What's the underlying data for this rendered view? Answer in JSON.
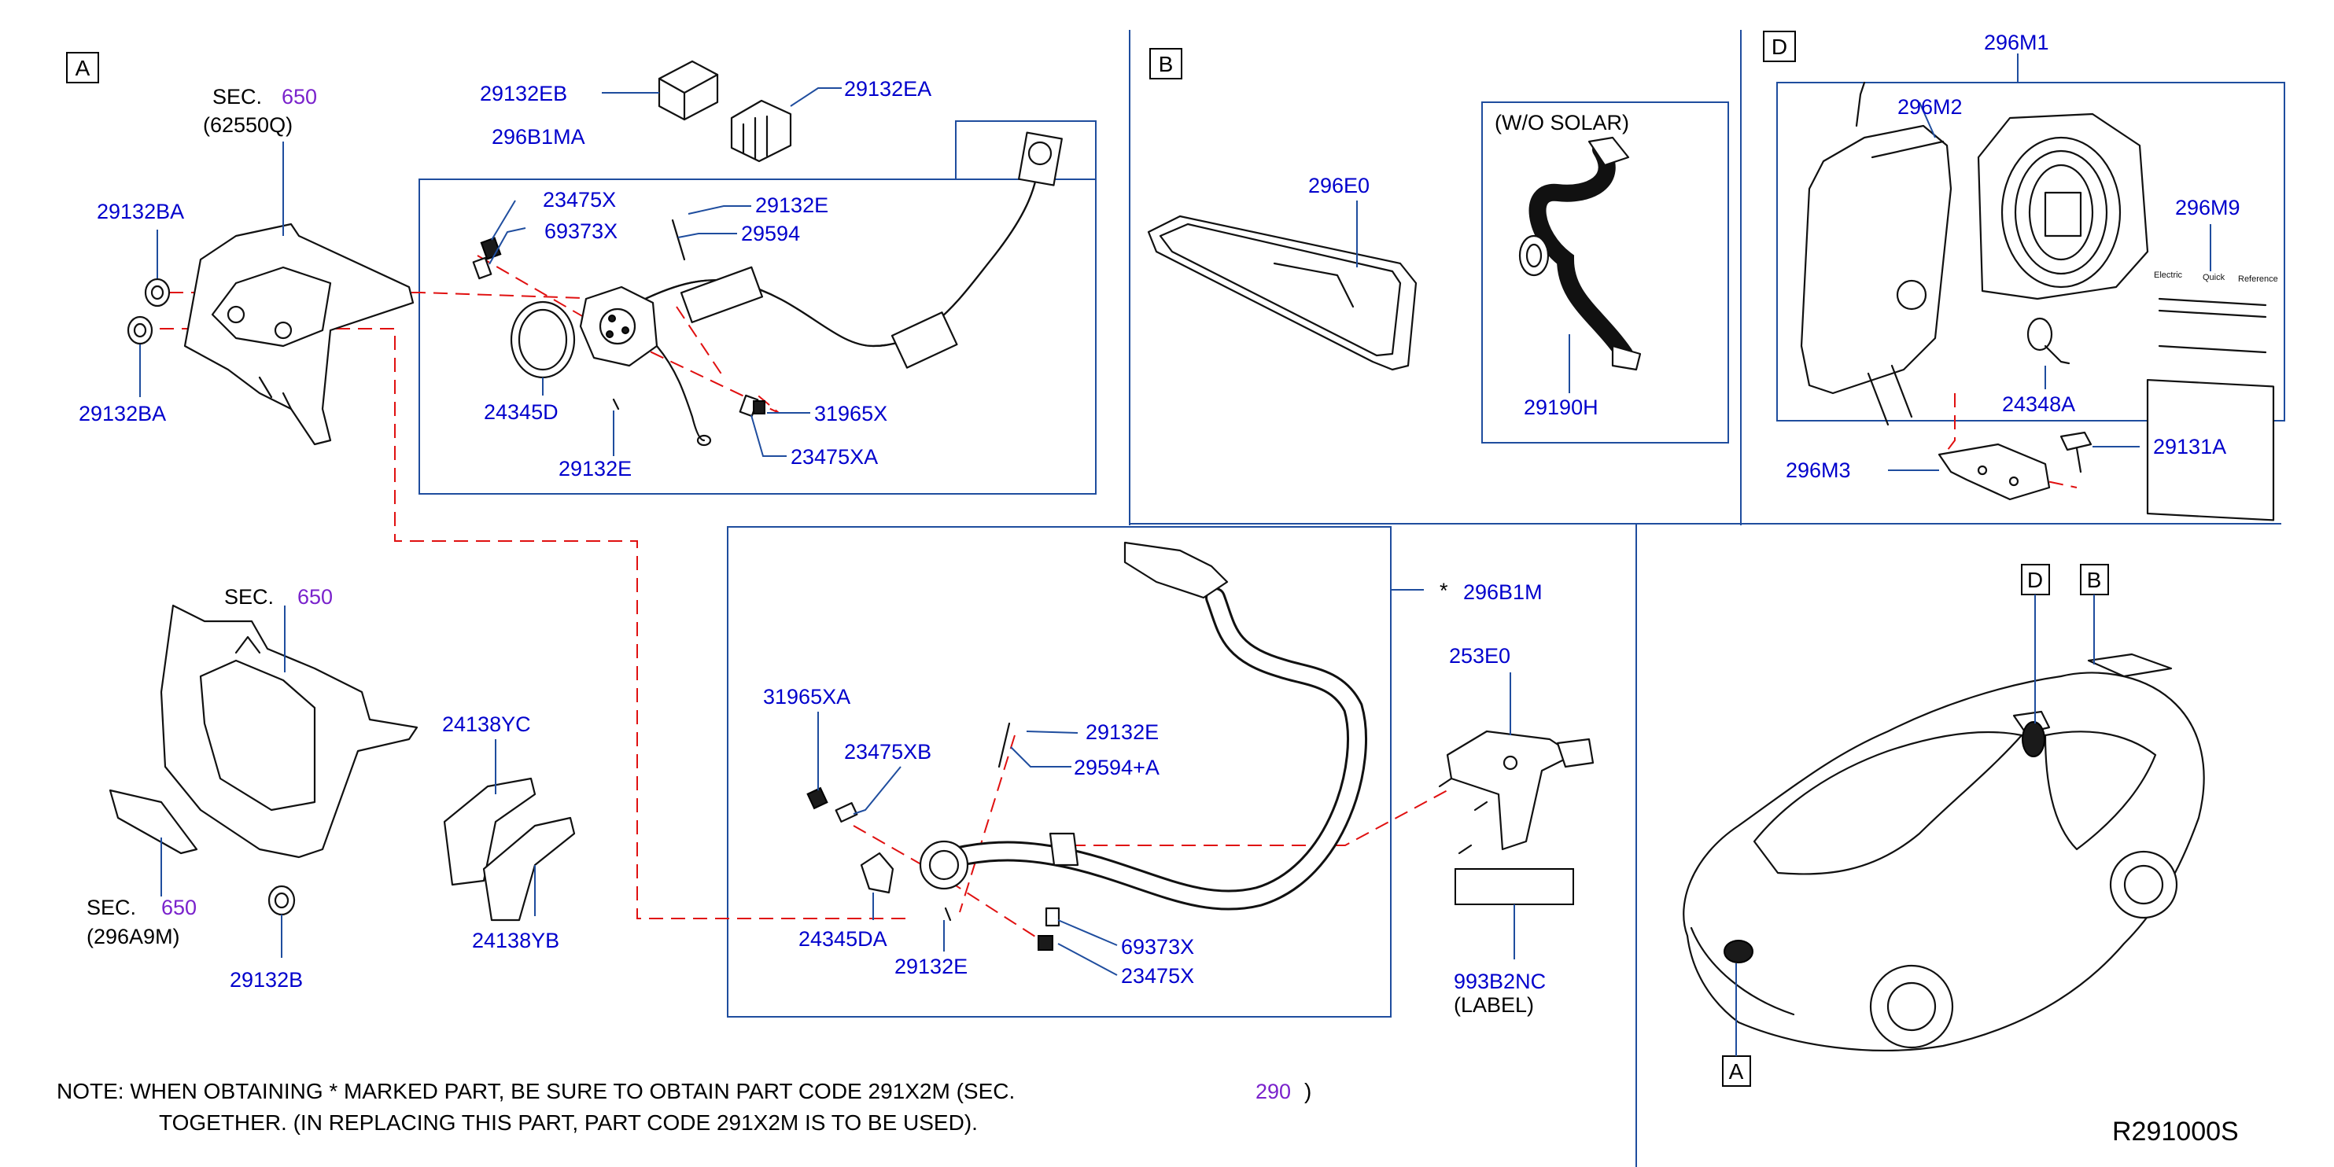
{
  "sections": {
    "A": "A",
    "B": "B",
    "D": "D"
  },
  "labels": {
    "sec650_top": "SEC.",
    "sec650_top_num": "650",
    "p62550Q": "(62550Q)",
    "p29132BA_1": "29132BA",
    "p29132BA_2": "29132BA",
    "p29132EB": "29132EB",
    "p29132EA": "29132EA",
    "p296B1MA": "296B1MA",
    "p23475X_top": "23475X",
    "p69373X_top": "69373X",
    "p29132E_top": "29132E",
    "p29594": "29594",
    "p24345D": "24345D",
    "p29132E_bot": "29132E",
    "p31965X": "31965X",
    "p23475XA": "23475XA",
    "p296E0": "296E0",
    "wo_solar": "(W/O   SOLAR)",
    "p29190H": "29190H",
    "p296M1": "296M1",
    "p296M2": "296M2",
    "p296M9": "296M9",
    "p24348A": "24348A",
    "p296M3": "296M3",
    "p29131A": "29131A",
    "sec650_mid": "SEC.",
    "sec650_mid_num": "650",
    "p24138YC": "24138YC",
    "p24138YB": "24138YB",
    "sec650_low": "SEC.",
    "sec650_low_num": "650",
    "p296A9M": "(296A9M)",
    "p29132B": "29132B",
    "p31965XA": "31965XA",
    "p23475XB": "23475XB",
    "p29132E_mid": "29132E",
    "p29594A": "29594+A",
    "p24345DA": "24345DA",
    "p29132E_mid2": "29132E",
    "p69373X_bot": "69373X",
    "p23475X_bot": "23475X",
    "star": "*",
    "p296B1M": "296B1M",
    "p253E0": "253E0",
    "p993B2NC": "993B2NC",
    "label_word": "(LABEL)",
    "callout_D": "D",
    "callout_B": "B",
    "callout_A": "A",
    "manual_title_1": "Electric",
    "manual_title_2": "Quick",
    "manual_title_3": "Reference"
  },
  "note": {
    "line1_a": "NOTE:  WHEN  OBTAINING  *  MARKED  PART,  BE  SURE  TO  OBTAIN  PART  CODE  291X2M  (SEC.",
    "line1_num": "290",
    "line1_b": ")",
    "line2": "TOGETHER.  (IN  REPLACING  THIS  PART,  PART  CODE  291X2M  IS  TO  BE  USED)."
  },
  "reference_code": "R291000S",
  "colors": {
    "part_number": "#0000cc",
    "section_ref": "#7a22cc",
    "frame": "#1f4d9e",
    "dashed_leader": "#e01010"
  }
}
